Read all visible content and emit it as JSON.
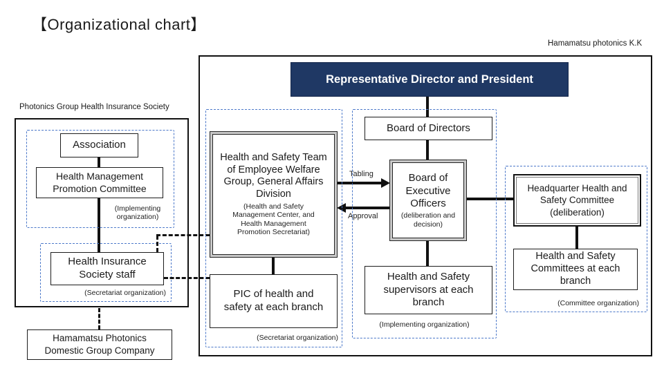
{
  "page": {
    "title": "【Organizational chart】",
    "company_label": "Hamamatsu photonics K.K"
  },
  "colors": {
    "navy_banner": "#1f3864",
    "group_dash_blue": "#4a77c9",
    "line_black": "#111111"
  },
  "hq_chart": {
    "president": "Representative Director and President",
    "board_of_directors": "Board of Directors",
    "executive_board": {
      "main": "Board of Executive Officers",
      "sub": "(deliberation and decision)"
    },
    "safety_team": {
      "main": "Health and Safety Team of Employee Welfare Group, General Affairs Division",
      "sub": "(Health and Safety Management Center, and Health Management Promotion Secretariat)"
    },
    "pic_branch": "PIC of health and safety at each branch",
    "secretariat_org_label": "(Secretariat organization)",
    "supervisors_branch": "Health and Safety supervisors at each branch",
    "implementing_org_label": "(Implementing organization)",
    "hq_committee": {
      "main": "Headquarter Health and Safety Committee",
      "sub": "(deliberation)"
    },
    "branch_committees": "Health and Safety Committees at each branch",
    "committee_org_label": "(Committee organization)",
    "tabling_label": "Tabling",
    "approval_label": "Approval"
  },
  "insurance_society": {
    "group_label": "Photonics Group Health Insurance Society",
    "association": "Association",
    "promotion_committee": "Health Management Promotion Committee",
    "implementing_org_label": "(Implementing organization)",
    "society_staff": "Health Insurance Society staff",
    "secretariat_org_label": "(Secretariat organization)",
    "group_company": "Hamamatsu Photonics Domestic Group Company"
  }
}
